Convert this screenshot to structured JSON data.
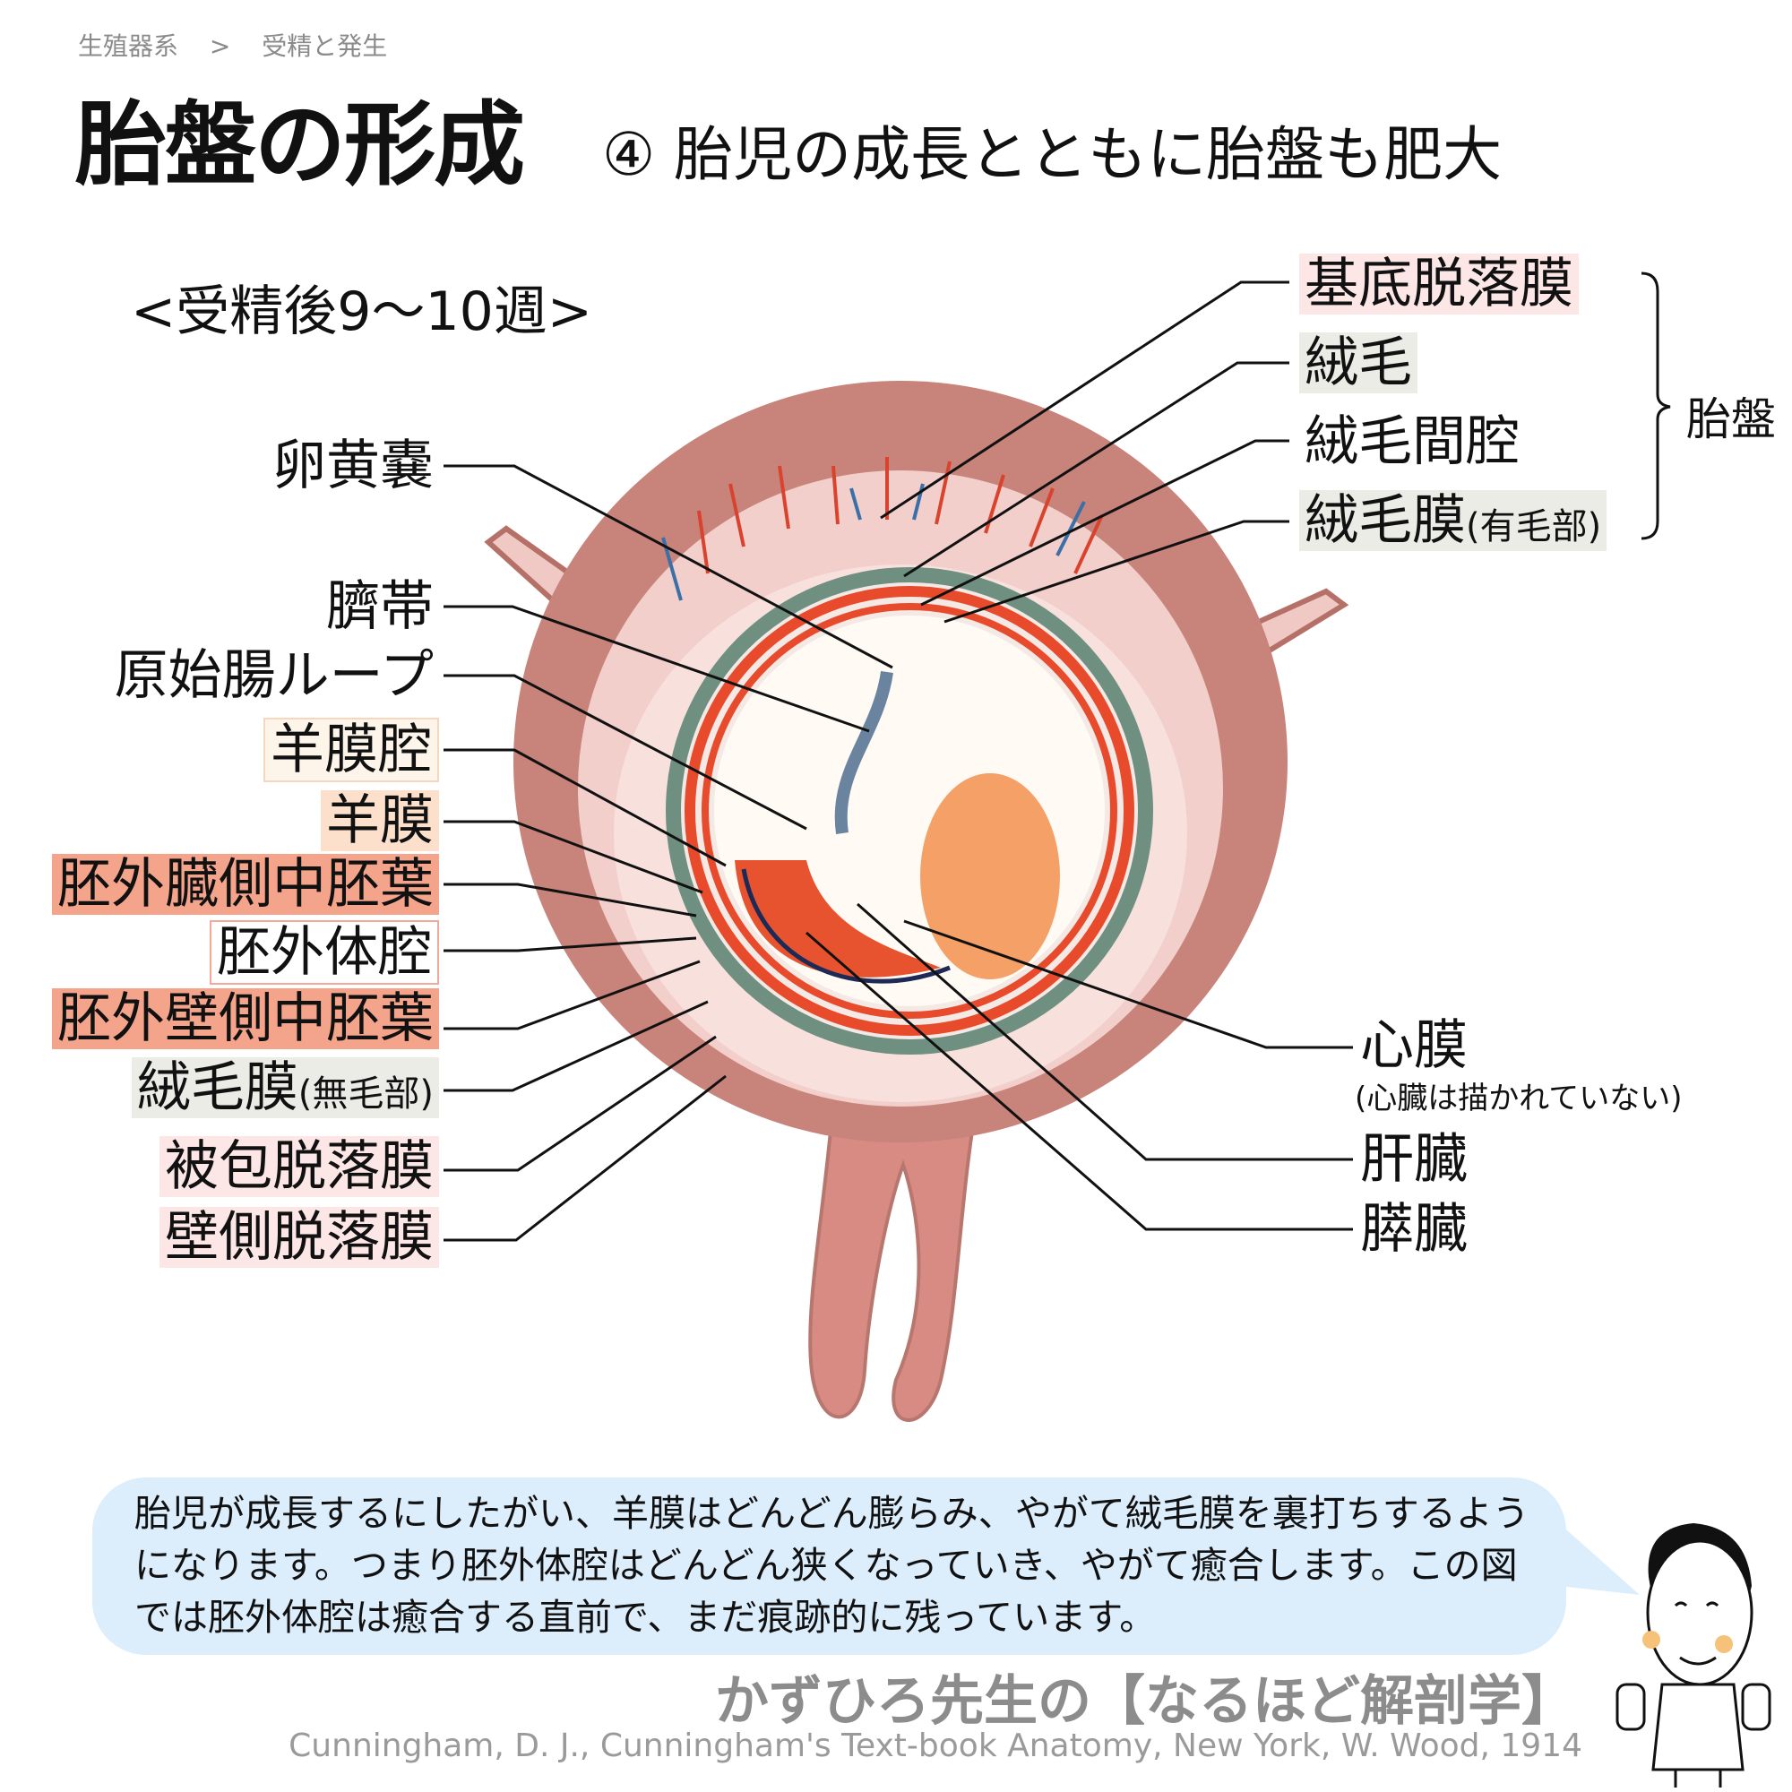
{
  "breadcrumb": [
    "生殖器系",
    ">",
    "受精と発生"
  ],
  "title": "胎盤の形成",
  "subtitle": "④ 胎児の成長とともに胎盤も肥大",
  "period": "<受精後9〜10週>",
  "right_labels": {
    "basal_decidua": "基底脱落膜",
    "villi": "絨毛",
    "intervillous_space": "絨毛間腔",
    "chorion_frondosum": "絨毛膜",
    "chorion_frondosum_note": "(有毛部)",
    "placenta": "胎盤"
  },
  "left_labels": {
    "yolk_sac": "卵黄嚢",
    "umbilical_cord": "臍帯",
    "primitive_gut_loop": "原始腸ループ",
    "amniotic_cavity": "羊膜腔",
    "amnion": "羊膜",
    "extraembryonic_visceral_mesoderm": "胚外臓側中胚葉",
    "extraembryonic_coelom": "胚外体腔",
    "extraembryonic_parietal_mesoderm": "胚外壁側中胚葉",
    "chorion_laeve": "絨毛膜",
    "chorion_laeve_note": "(無毛部)",
    "decidua_capsularis": "被包脱落膜",
    "decidua_parietalis": "壁側脱落膜"
  },
  "lower_right_labels": {
    "pericardium": "心膜",
    "pericardium_note": "(心臓は描かれていない)",
    "liver": "肝臓",
    "pancreas": "膵臓"
  },
  "explanation": "胎児が成長するにしたがい、羊膜はどんどん膨らみ、やがて絨毛膜を裏打ちするようになります。つまり胚外体腔はどんどん狭くなっていき、やがて癒合します。この図では胚外体腔は癒合する直前で、まだ痕跡的に残っています。",
  "brand": "かずひろ先生の【なるほど解剖学】",
  "citation": "Cunningham, D. J., Cunningham's Text-book Anatomy, New York, W. Wood, 1914",
  "colors": {
    "uterine_wall": "#c8837a",
    "decidua": "#f2cfcb",
    "chorion": "#6f8f80",
    "amnion_red": "#e84a2c",
    "embryo": "#f4a066",
    "bubble": "#dcedfb"
  }
}
